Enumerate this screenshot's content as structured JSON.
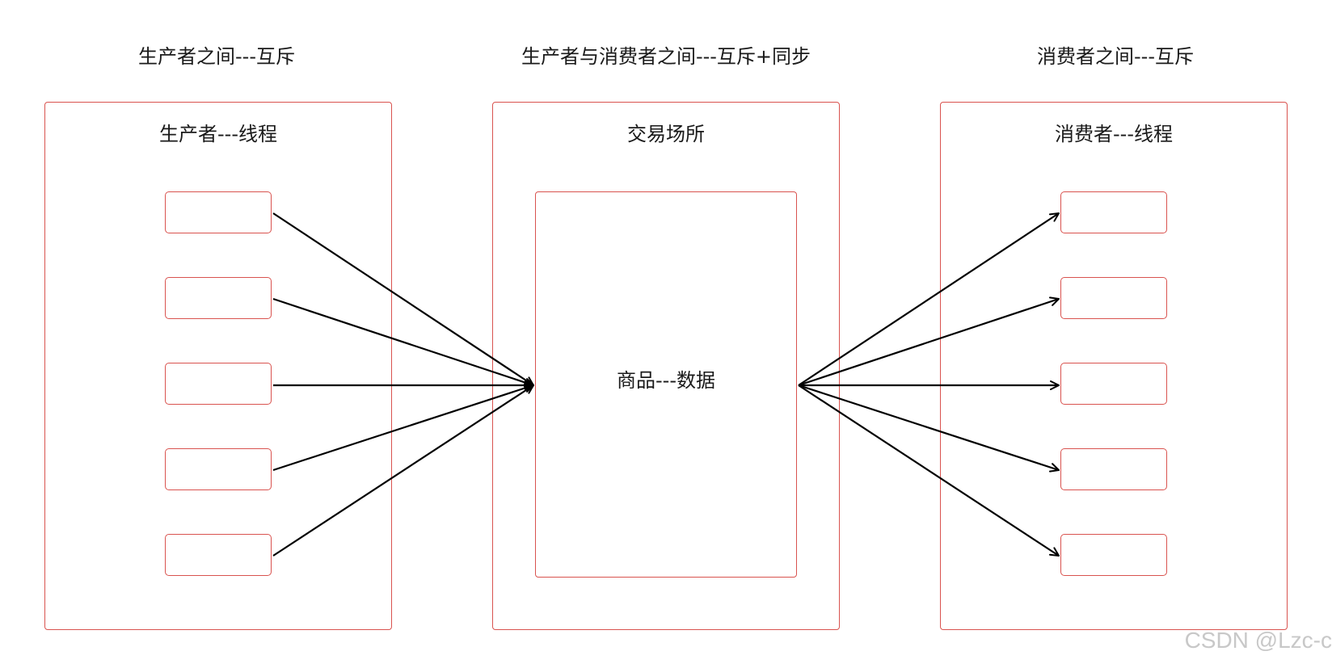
{
  "section_titles": {
    "left": "生产者之间---互斥",
    "middle": "生产者与消费者之间---互斥+同步",
    "right": "消费者之间---互斥"
  },
  "panels": {
    "producer": {
      "title": "生产者---线程"
    },
    "market": {
      "title": "交易场所"
    },
    "consumer": {
      "title": "消费者---线程"
    }
  },
  "buffer": {
    "label": "商品---数据"
  },
  "watermark": "CSDN @Lzc-c",
  "colors": {
    "border": "#d9534f",
    "arrow": "#000000"
  }
}
